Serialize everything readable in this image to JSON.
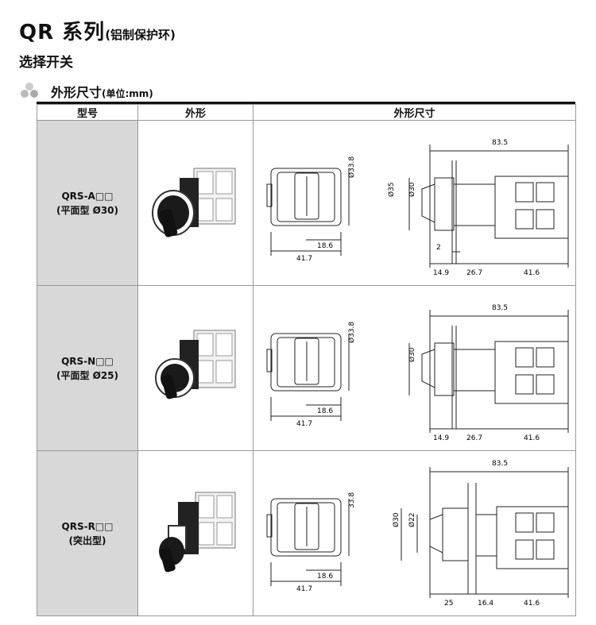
{
  "header": {
    "title": "QR 系列",
    "title_note": "(铝制保护环)",
    "subtitle": "选择开关",
    "section": "外形尺寸",
    "section_unit": "(单位:mm)"
  },
  "table": {
    "columns": [
      "型号",
      "外形",
      "外形尺寸"
    ],
    "rows": [
      {
        "model": "QRS-A□□",
        "model_note": "(平面型 Ø30)",
        "dims": {
          "total": "83.5",
          "dia_front": "Ø33.8",
          "dia_outer": "Ø35",
          "dia_inner": "Ø30",
          "w1": "18.6",
          "w2": "41.7",
          "gap": "2",
          "d1": "14.9",
          "d2": "26.7",
          "d3": "41.6"
        }
      },
      {
        "model": "QRS-N□□",
        "model_note": "(平面型 Ø25)",
        "dims": {
          "total": "83.5",
          "dia_front": "Ø33.8",
          "dia_inner": "Ø30",
          "w1": "18.6",
          "w2": "41.7",
          "d1": "14.9",
          "d2": "26.7",
          "d3": "41.6"
        }
      },
      {
        "model": "QRS-R□□",
        "model_note": "(突出型)",
        "dims": {
          "total": "83.5",
          "dia_front": "33.8",
          "dia_outer": "Ø30",
          "dia_inner": "Ø22",
          "w1": "18.6",
          "w2": "41.7",
          "d1": "25",
          "d2": "16.4",
          "d3": "41.6"
        }
      }
    ]
  }
}
